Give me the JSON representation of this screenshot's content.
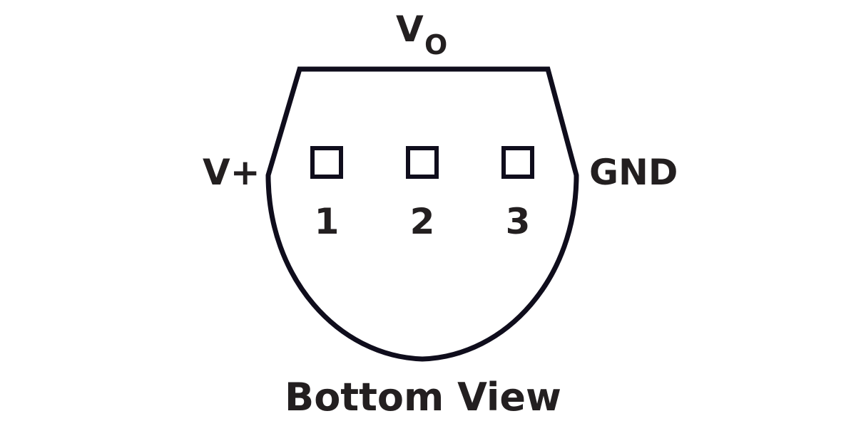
{
  "labels": {
    "vo_main": "V",
    "vo_sub": "O",
    "vplus": "V+",
    "gnd": "GND",
    "pins": [
      "1",
      "2",
      "3"
    ],
    "caption": "Bottom View"
  },
  "colors": {
    "stroke": "#0f0d1c",
    "text": "#231f20"
  }
}
